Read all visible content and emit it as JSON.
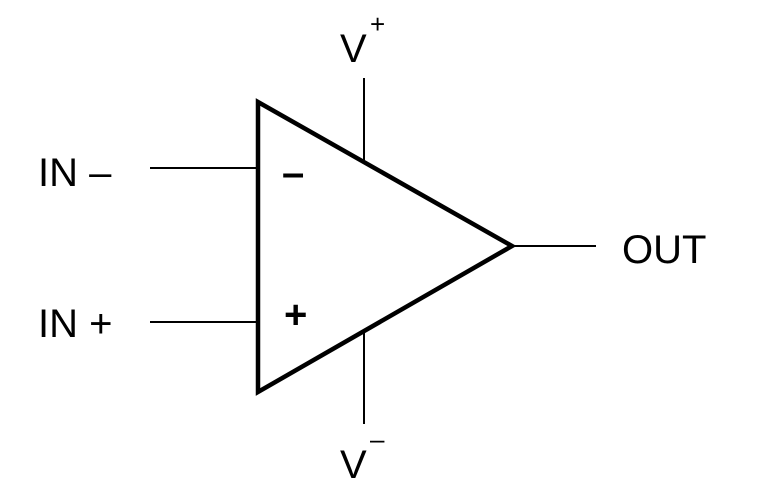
{
  "labels": {
    "in_minus": "IN –",
    "in_plus": "IN +",
    "out": "OUT",
    "v_plus_base": "V",
    "v_plus_sup": "+",
    "v_minus_base": "V",
    "v_minus_sup": "–"
  },
  "symbol_signs": {
    "inverting": "–",
    "non_inverting": "+"
  },
  "colors": {
    "stroke": "#000000",
    "background": "#ffffff"
  }
}
